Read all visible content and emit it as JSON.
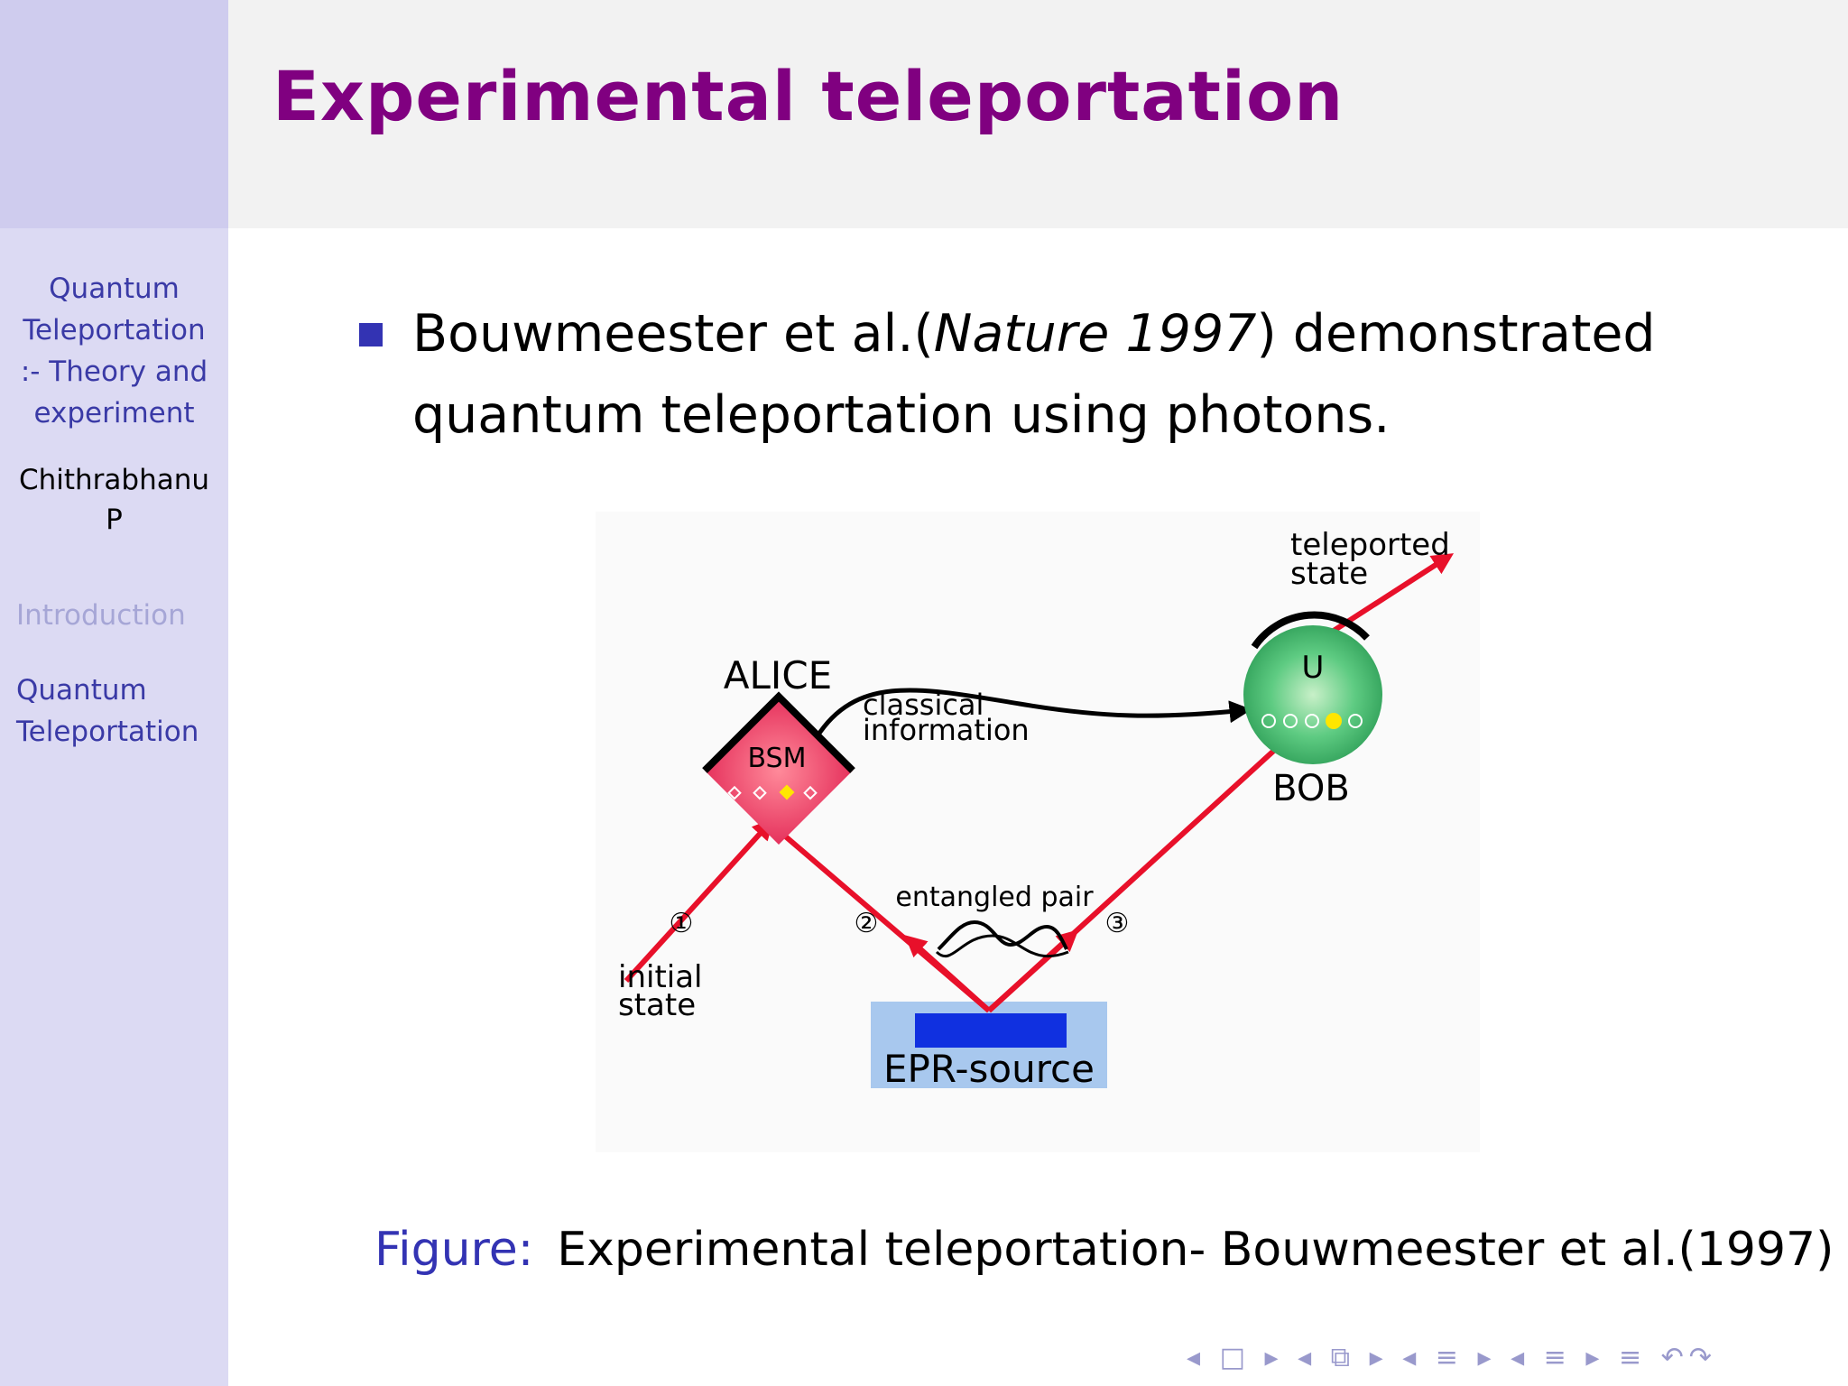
{
  "slide": {
    "title": "Experimental teleportation"
  },
  "sidebar": {
    "presentation_title_lines": [
      "Quantum",
      "Teleportation",
      ":- Theory and",
      "experiment"
    ],
    "author_lines": [
      "Chithrabhanu",
      "P"
    ],
    "sections": [
      {
        "label": "Introduction",
        "active": false
      },
      {
        "label_lines": [
          "Quantum",
          "Teleportation"
        ],
        "active": true
      }
    ]
  },
  "bullet": {
    "text_before": "Bouwmeester et al.(",
    "italic": "Nature 1997",
    "text_after": ") demonstrated quantum teleportation using photons."
  },
  "figure": {
    "labels": {
      "teleported": "teleported",
      "state": "state",
      "alice": "ALICE",
      "bsm": "BSM",
      "classical": "classical",
      "information": "information",
      "u": "U",
      "bob": "BOB",
      "entangled": "entangled pair",
      "initial": "initial",
      "initial_state": "state",
      "epr": "EPR-source",
      "n1": "①",
      "n2": "②",
      "n3": "③"
    },
    "colors": {
      "beam": "#e8102a",
      "alice_box": "#e83a5e",
      "bob_sphere": "#4ec27a",
      "epr_box": "#a8c8ee",
      "epr_crystal": "#1030e0"
    }
  },
  "caption": {
    "label": "Figure:",
    "text": "Experimental teleportation- Bouwmeester et al.(1997)"
  },
  "navigation": {
    "symbols": "◂ □ ▸ ◂ ⧉ ▸ ◂ ≡ ▸ ◂ ≡ ▸   ≡   ↶↷"
  },
  "colors": {
    "title": "#800080",
    "sidebar_bg": "#dcdaf3",
    "sidebar_header_bg": "#cfccee",
    "header_bg": "#f2f2f2",
    "accent": "#3333b3"
  }
}
